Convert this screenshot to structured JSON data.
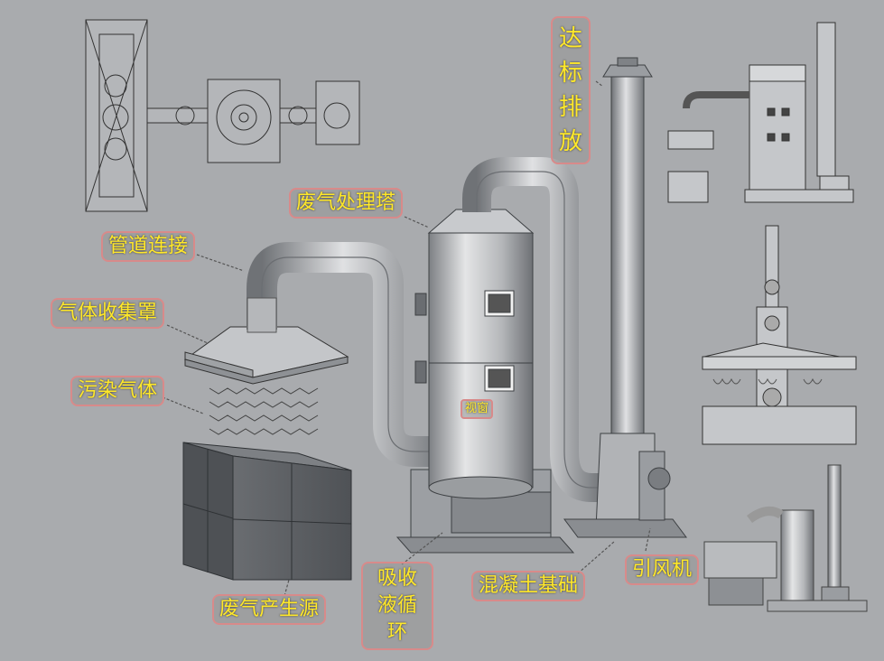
{
  "labels": {
    "discharge": "达标排放",
    "tower": "废气处理塔",
    "pipe": "管道连接",
    "hood": "气体收集罩",
    "gas": "污染气体",
    "window": "视窗",
    "source": "废气产生源",
    "circulation": "吸收液循环",
    "foundation": "混凝土基础",
    "fan": "引风机"
  },
  "colors": {
    "background": "#a9abae",
    "label_text": "#ffe82a",
    "label_border": "#d88a8a",
    "steel": "#b9bbbe",
    "dark_box": "#5c5f63"
  }
}
